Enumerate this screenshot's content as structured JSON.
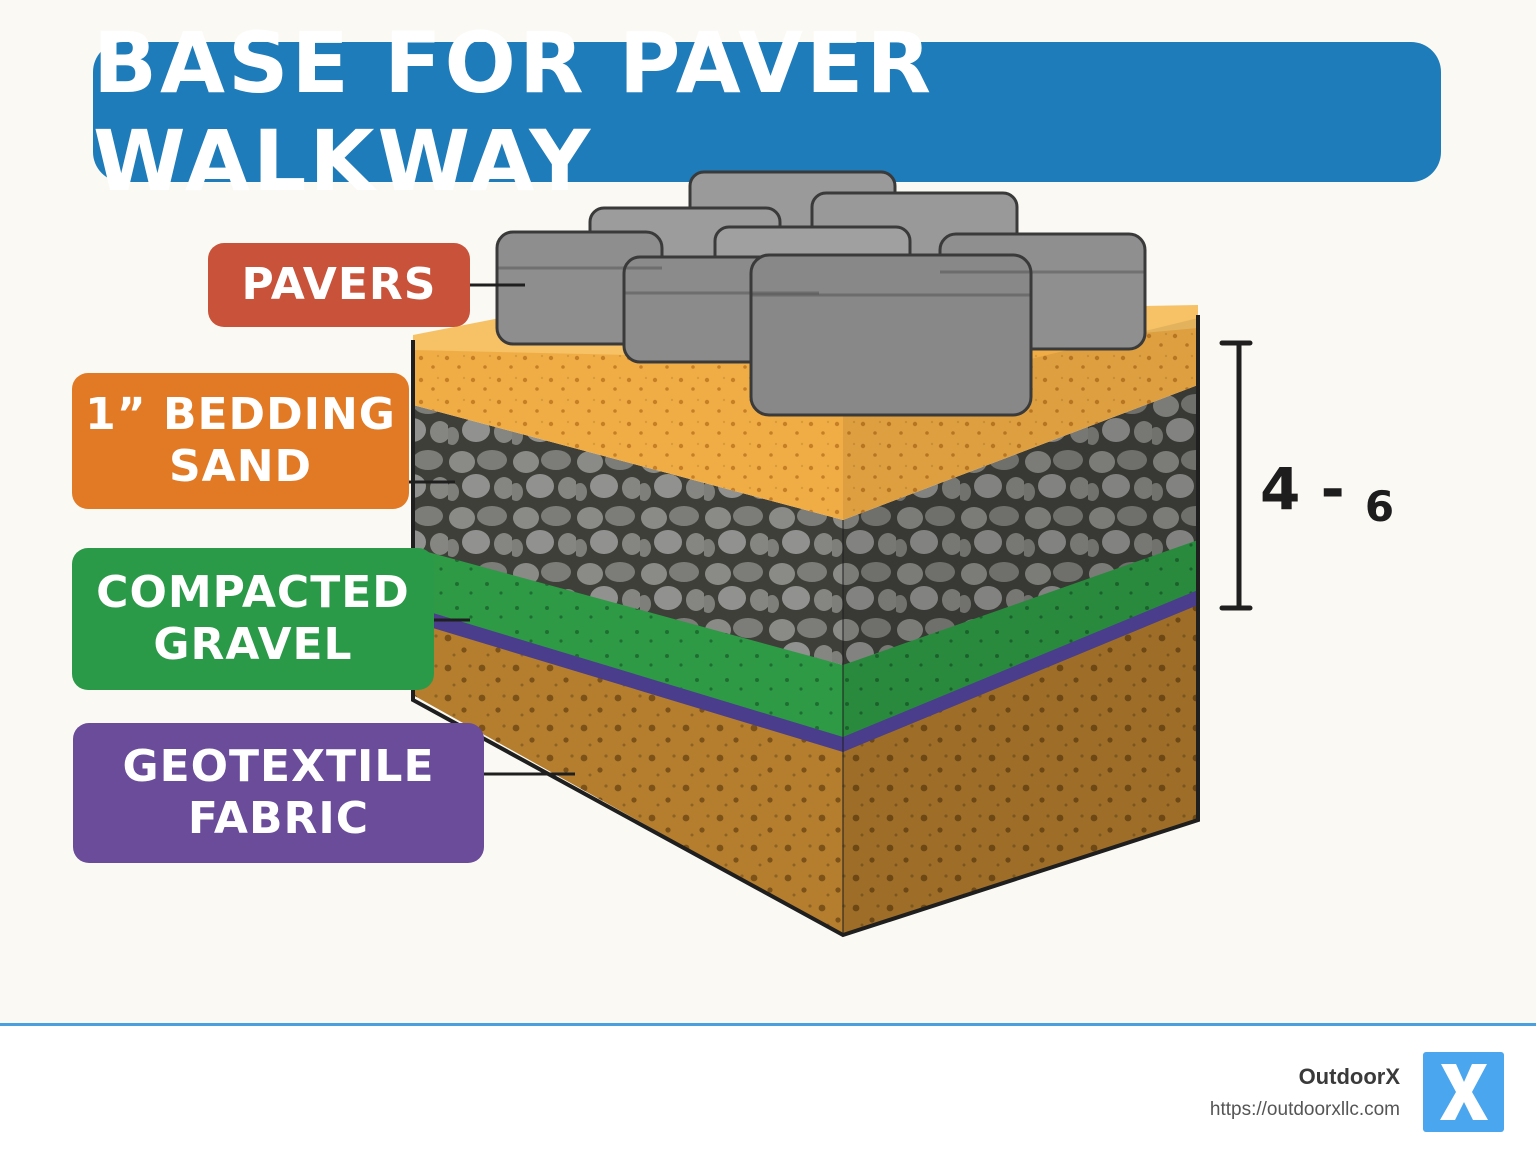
{
  "title": "BASE FOR PAVER WALKWAY",
  "labels": [
    {
      "id": "pavers",
      "text": "PAVERS",
      "color": "#c9523a"
    },
    {
      "id": "sand",
      "text": "1” BEDDING\nSAND",
      "color": "#e27a25"
    },
    {
      "id": "gravel",
      "text": "COMPACTED\nGRAVEL",
      "color": "#2b9a48"
    },
    {
      "id": "fabric",
      "text": "GEOTEXTILE\nFABRIC",
      "color": "#6a4c9a"
    }
  ],
  "depth": {
    "min": "4",
    "separator": "-",
    "max": "6"
  },
  "colors": {
    "title_bg": "#1e7cbb",
    "paver": "#8d8d8d",
    "sand": "#f0ad46",
    "gravel": "#7a7a7a",
    "green_layer": "#2e9a46",
    "fabric_layer": "#4a3d8c",
    "soil": "#b47e2e"
  },
  "brand": {
    "name": "OutdoorX",
    "url": "https://outdoorxllc.com",
    "logo_icon": "x-logo-icon"
  }
}
